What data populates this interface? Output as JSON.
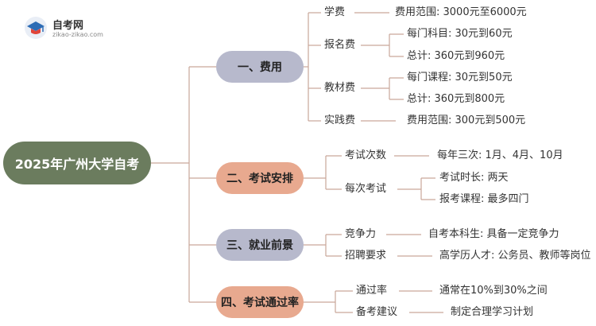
{
  "logo": {
    "title": "自考网",
    "url": "zikao-zikao.com"
  },
  "root": "2025年广州大学自考",
  "branches": [
    {
      "label": "一、费用",
      "children": [
        {
          "label": "学费",
          "details": [
            "费用范围: 3000元至6000元"
          ]
        },
        {
          "label": "报名费",
          "details": [
            "每门科目: 30元到60元",
            "总计: 360元到960元"
          ]
        },
        {
          "label": "教材费",
          "details": [
            "每门课程: 30元到50元",
            "总计: 360元到800元"
          ]
        },
        {
          "label": "实践费",
          "details": [
            "费用范围: 300元到500元"
          ]
        }
      ]
    },
    {
      "label": "二、考试安排",
      "children": [
        {
          "label": "考试次数",
          "details": [
            "每年三次: 1月、4月、10月"
          ]
        },
        {
          "label": "每次考试",
          "details": [
            "考试时长: 两天",
            "报考课程: 最多四门"
          ]
        }
      ]
    },
    {
      "label": "三、就业前景",
      "children": [
        {
          "label": "竞争力",
          "details": [
            "自考本科生: 具备一定竞争力"
          ]
        },
        {
          "label": "招聘要求",
          "details": [
            "高学历人才: 公务员、教师等岗位"
          ]
        }
      ]
    },
    {
      "label": "四、考试通过率",
      "children": [
        {
          "label": "通过率",
          "details": [
            "通常在10%到30%之间"
          ]
        },
        {
          "label": "备考建议",
          "details": [
            "制定合理学习计划"
          ]
        }
      ]
    }
  ]
}
